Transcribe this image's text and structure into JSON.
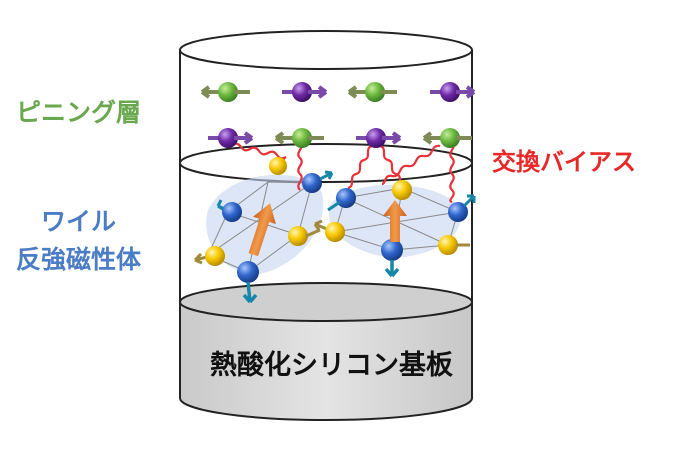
{
  "labels": {
    "pinning_layer": "ピニング層",
    "weyl_line1": "ワイル",
    "weyl_line2": "反強磁性体",
    "exchange_bias": "交換バイアス",
    "substrate": "熱酸化シリコン基板"
  },
  "colors": {
    "pinning_label": "#6aa84f",
    "weyl_label": "#4a7dc6",
    "exchange_label": "#e82727",
    "substrate_label": "#111111",
    "atom_green": "#5fae3e",
    "atom_purple": "#6a2a9c",
    "atom_blue": "#2f64c8",
    "atom_yellow": "#f2c200",
    "spring": "#e8323a",
    "spin_teal": "#1787a8",
    "spin_olive": "#a08a3c",
    "big_moment": "#e07a2f",
    "substrate_fill": "#d6d6d6"
  },
  "icons": {
    "atom": "sphere-atom-icon",
    "spin": "arrow-icon",
    "spring": "coil-spring-icon"
  }
}
